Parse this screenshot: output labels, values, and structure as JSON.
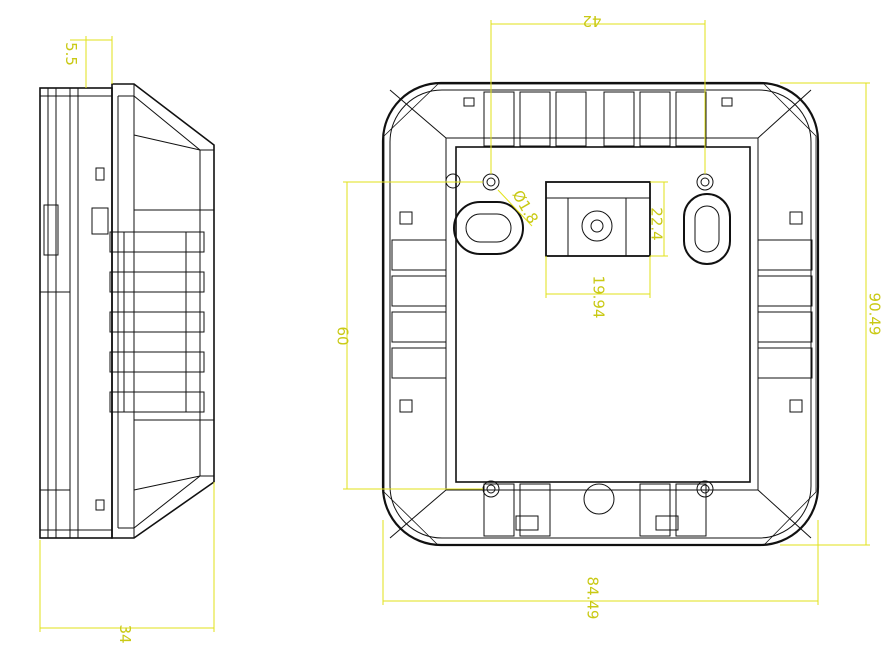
{
  "drawing": {
    "side_view": {
      "dim_top": "5.5",
      "dim_bottom": "34"
    },
    "front_view": {
      "dim_width_top": "42",
      "dim_width_bottom": "84.49",
      "dim_height_right": "90.49",
      "dim_height_left": "60",
      "dim_hole": "Ø1.8",
      "dim_slot_width": "19.94",
      "dim_slot_height": "22.4"
    },
    "colors": {
      "outline": "#111111",
      "dimension": "#e2e21a"
    }
  }
}
